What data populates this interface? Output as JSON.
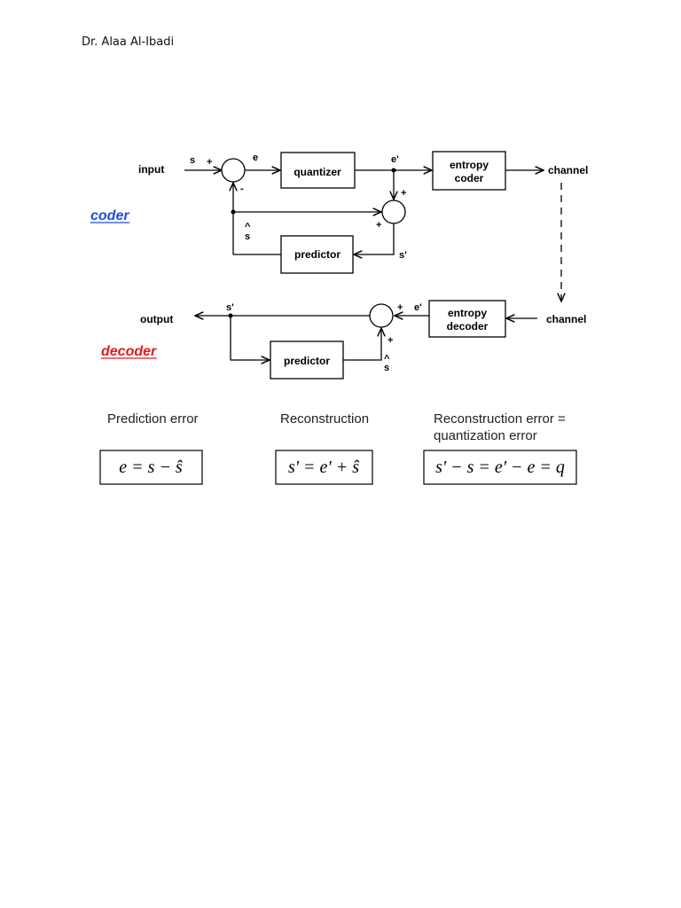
{
  "header": {
    "author": "Dr. Alaa Al-Ibadi"
  },
  "coder": {
    "title": "coder",
    "title_color": "#1f4fd6",
    "input_label": "input",
    "s_label": "s",
    "e_label": "e",
    "eprime_label": "e'",
    "sprime_label": "s'",
    "shat_label": "s",
    "plus": "+",
    "minus": "-",
    "quantizer_label": "quantizer",
    "entropy_coder_line1": "entropy",
    "entropy_coder_line2": "coder",
    "predictor_label": "predictor",
    "channel_label": "channel"
  },
  "decoder": {
    "title": "decoder",
    "title_color": "#e01b1b",
    "output_label": "output",
    "sprime_label": "s'",
    "eprime_label": "e'",
    "shat_label": "s",
    "plus": "+",
    "entropy_decoder_line1": "entropy",
    "entropy_decoder_line2": "decoder",
    "predictor_label": "predictor",
    "channel_label": "channel"
  },
  "equations": {
    "prediction_error_caption": "Prediction error",
    "prediction_error_formula": "e = s − ŝ",
    "reconstruction_caption": "Reconstruction",
    "reconstruction_formula": "s' = e' + ŝ",
    "reconstruction_error_caption_line1": "Reconstruction error =",
    "reconstruction_error_caption_line2": "quantization error",
    "reconstruction_error_formula": "s' − s = e' − e = q"
  }
}
